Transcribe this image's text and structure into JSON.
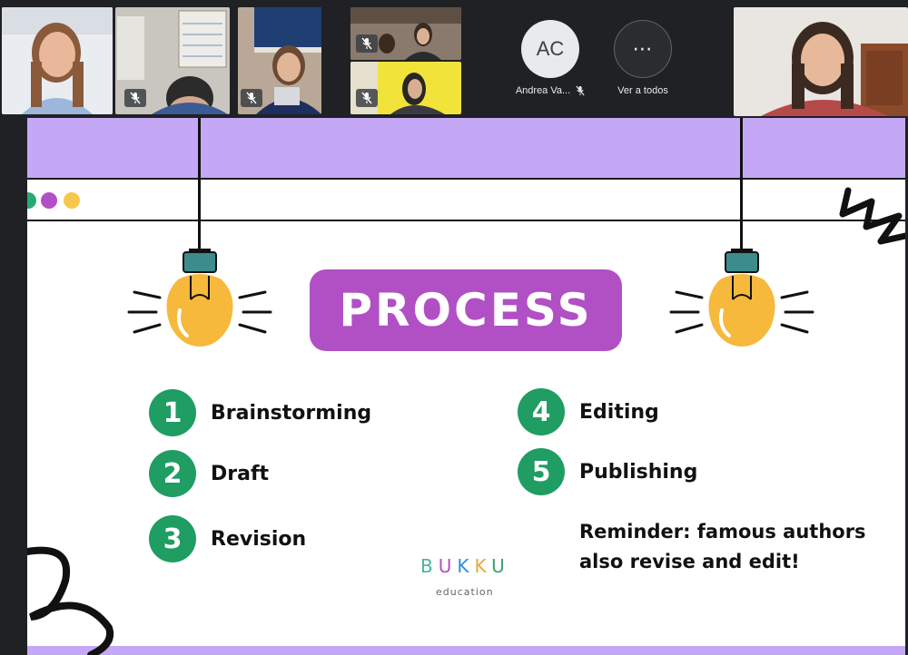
{
  "participants": {
    "named": {
      "initials": "AC",
      "name": "Andrea Va...",
      "avatar_bg": "#e8eaed"
    },
    "more": {
      "glyph": "⋯",
      "label": "Ver a todos"
    }
  },
  "slide": {
    "title": "PROCESS",
    "steps": [
      {
        "number": "1",
        "label": "Brainstorming"
      },
      {
        "number": "2",
        "label": "Draft"
      },
      {
        "number": "3",
        "label": "Revision"
      },
      {
        "number": "4",
        "label": "Editing"
      },
      {
        "number": "5",
        "label": "Publishing"
      }
    ],
    "reminder_line1": "Reminder: famous authors",
    "reminder_line2": "also revise and edit!",
    "logo": {
      "letters": [
        "B",
        "U",
        "K",
        "K",
        "U"
      ],
      "letter_colors": [
        "#47b5a0",
        "#b14fc5",
        "#2f8fd8",
        "#e8a93a",
        "#3aa26c"
      ],
      "subtitle": "education"
    },
    "colors": {
      "accent_purple": "#b14fc5",
      "header_lilac": "#c4a8f5",
      "step_green": "#1f9d63",
      "bulb_yellow": "#f6b93b",
      "bulb_cap": "#3d8c8c"
    }
  },
  "icons": {
    "mic_off": "mic-off-icon",
    "more": "more-dots-icon",
    "bulb": "light-bulb-icon"
  }
}
